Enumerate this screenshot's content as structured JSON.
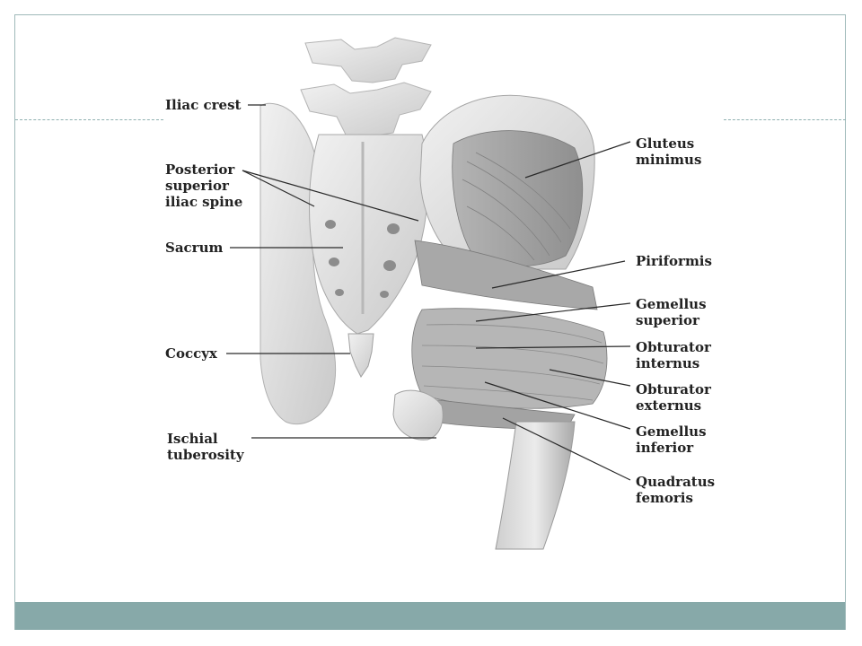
{
  "colors": {
    "slide_border": "#9fb9b9",
    "footer_band": "#87a9a9",
    "label_text": "#222222",
    "leader_line": "#2a2a2a"
  },
  "labels": {
    "iliac_crest": "Iliac crest",
    "posterior_superior_iliac_spine": "Posterior\nsuperior\niliac spine",
    "sacrum": "Sacrum",
    "coccyx": "Coccyx",
    "ischial_tuberosity": "Ischial\ntuberosity",
    "gluteus_minimus": "Gluteus\nminimus",
    "piriformis": "Piriformis",
    "gemellus_superior": "Gemellus\nsuperior",
    "obturator_internus": "Obturator\ninternus",
    "obturator_externus": "Obturator\nexternus",
    "gemellus_inferior": "Gemellus\ninferior",
    "quadratus_femoris": "Quadratus\nfemoris"
  }
}
